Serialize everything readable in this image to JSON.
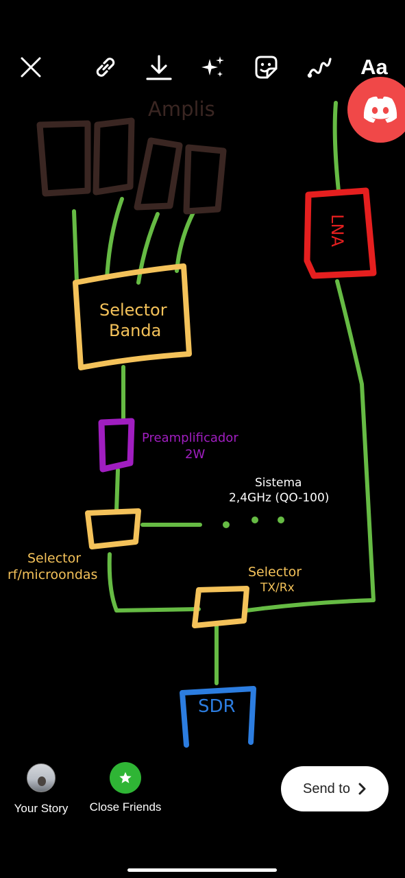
{
  "toolbar": {
    "items": [
      {
        "name": "close",
        "icon": "close-icon"
      },
      {
        "name": "link",
        "icon": "link-icon"
      },
      {
        "name": "download",
        "icon": "download-icon"
      },
      {
        "name": "effects",
        "icon": "sparkles-icon"
      },
      {
        "name": "sticker",
        "icon": "sticker-icon"
      },
      {
        "name": "draw",
        "icon": "squiggle-icon"
      },
      {
        "name": "text",
        "label": "Aa"
      }
    ]
  },
  "sticker": {
    "icon": "discord-icon",
    "color": "#f04848"
  },
  "drawing": {
    "amplis": "Amplis",
    "lna": "LNA",
    "selector_banda_line1": "Selector",
    "selector_banda_line2": "Banda",
    "preamp_line1": "Preamplificador",
    "preamp_line2": "2W",
    "sistema_line1": "Sistema",
    "sistema_line2": "2,4GHz (QO-100)",
    "selector_rf_line1": "Selector",
    "selector_rf_line2": "rf/microondas",
    "selector_txrx_line1": "Selector",
    "selector_txrx_line2": "TX/Rx",
    "sdr": "SDR",
    "colors": {
      "wire": "#66bb44",
      "amplis": "#3a2622",
      "selector": "#f4c25a",
      "preamp": "#a01ec0",
      "lna": "#e51f1f",
      "sdr": "#2c7de0"
    }
  },
  "share": {
    "your_story": "Your Story",
    "close_friends": "Close Friends",
    "send_to": "Send to"
  }
}
